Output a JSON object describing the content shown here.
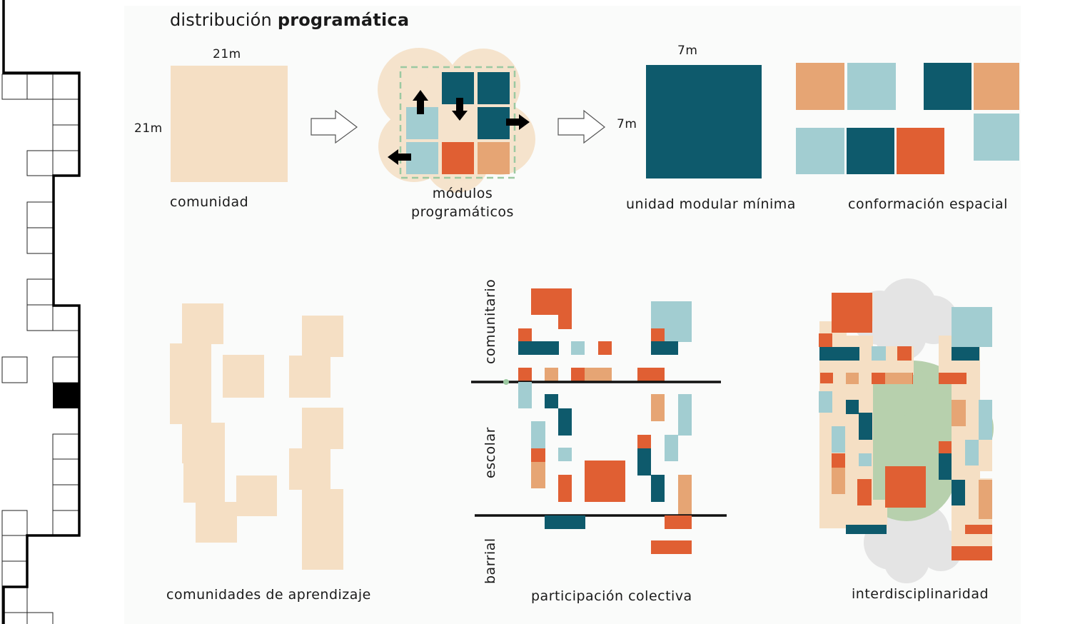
{
  "title": {
    "light": "distribución",
    "bold": "programática"
  },
  "dimensions": {
    "community_width": "21m",
    "community_height": "21m",
    "module_width": "7m",
    "module_height": "7m"
  },
  "labels": {
    "comunidad": "comunidad",
    "modulos_line1": "módulos",
    "modulos_line2": "programáticos",
    "unidad": "unidad modular mínima",
    "conformacion": "conformación espacial",
    "comunidades": "comunidades de aprendizaje",
    "participacion": "participación colectiva",
    "interdisciplinaridad": "interdisciplinaridad"
  },
  "axis_labels": {
    "comunitario": "comunitario",
    "escolar": "escolar",
    "barrial": "barrial"
  },
  "colors": {
    "beige": "#f5dfc4",
    "teal_dark": "#0e5a6c",
    "teal_light": "#a2cdd1",
    "orange": "#e05f33",
    "peach": "#e6a574",
    "green": "#b7d0ad",
    "grey": "#e4e4e4",
    "dashed": "#9cc9a1"
  }
}
